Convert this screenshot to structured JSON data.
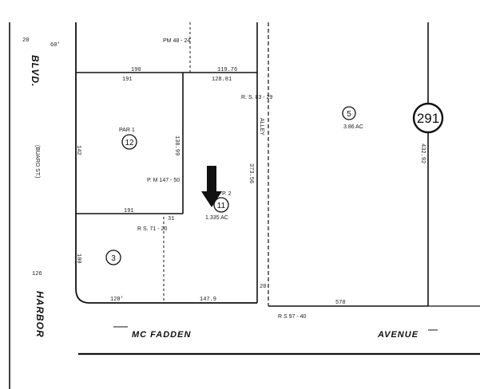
{
  "map_number": "291",
  "streets": {
    "harbor": "HARBOR",
    "harbor_blvd": "BLVD.",
    "harbor_alt": "(BUARO ST.)",
    "mcfadden": "MC FADDEN",
    "avenue": "AVENUE",
    "alley": "ALLEY"
  },
  "references": {
    "pm_top": "PM 48 - 24",
    "pm_mid": "P. M  147 - 50",
    "rs_1": "R. S.  83 - 29",
    "rs_2": "R  S.  71 - 20",
    "rs_3": "R  S  97 - 40"
  },
  "parcels": [
    {
      "number": "12",
      "label": "PAR 1",
      "area": ""
    },
    {
      "number": "11",
      "label": "P. 2",
      "area": "1.335 AC"
    },
    {
      "number": "3",
      "label": "",
      "area": ""
    },
    {
      "number": "5",
      "label": "",
      "area": "3.86 AC"
    }
  ],
  "dimensions": {
    "d_top1": "190",
    "d_top2": "191",
    "d_top3": "119.76",
    "d_top4": "128.81",
    "d_left": "142",
    "d_mid_v": "138.99",
    "d_191b": "191",
    "d_31": "31",
    "d_100": "100",
    "d_bottom1": "128'",
    "d_bottom2": "147.9",
    "d_alley": "373.56",
    "d_right_v": "432.92",
    "d_south": "570",
    "d_20a": "20",
    "d_60": "60'",
    "d_20b": "20",
    "d_126": "126"
  }
}
